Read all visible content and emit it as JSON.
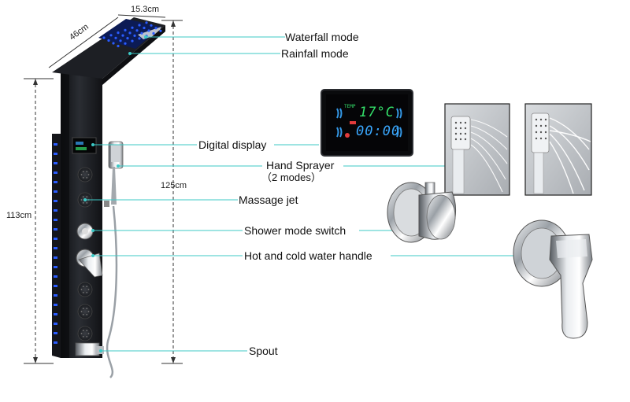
{
  "dimensions": {
    "width": "15.3cm",
    "depth": "46cm",
    "panel_height": "113cm",
    "total_height": "125cm"
  },
  "labels": {
    "waterfall": "Waterfall mode",
    "rainfall": "Rainfall mode",
    "digital_display": "Digital display",
    "hand_sprayer": "Hand Sprayer",
    "hand_sprayer_modes": "（2 modes）",
    "massage_jet": "Massage jet",
    "mode_switch": "Shower mode switch",
    "water_handle": "Hot and cold water handle",
    "spout": "Spout"
  },
  "display": {
    "temp_label": "TEMP",
    "temperature": "17°C",
    "clock": "00:00"
  },
  "colors": {
    "leader_line": "#3cc9c6",
    "led": "#2a5cff",
    "panel": "#1b1d22",
    "lcd_green": "#34e06a",
    "lcd_blue": "#3aa8ff"
  }
}
